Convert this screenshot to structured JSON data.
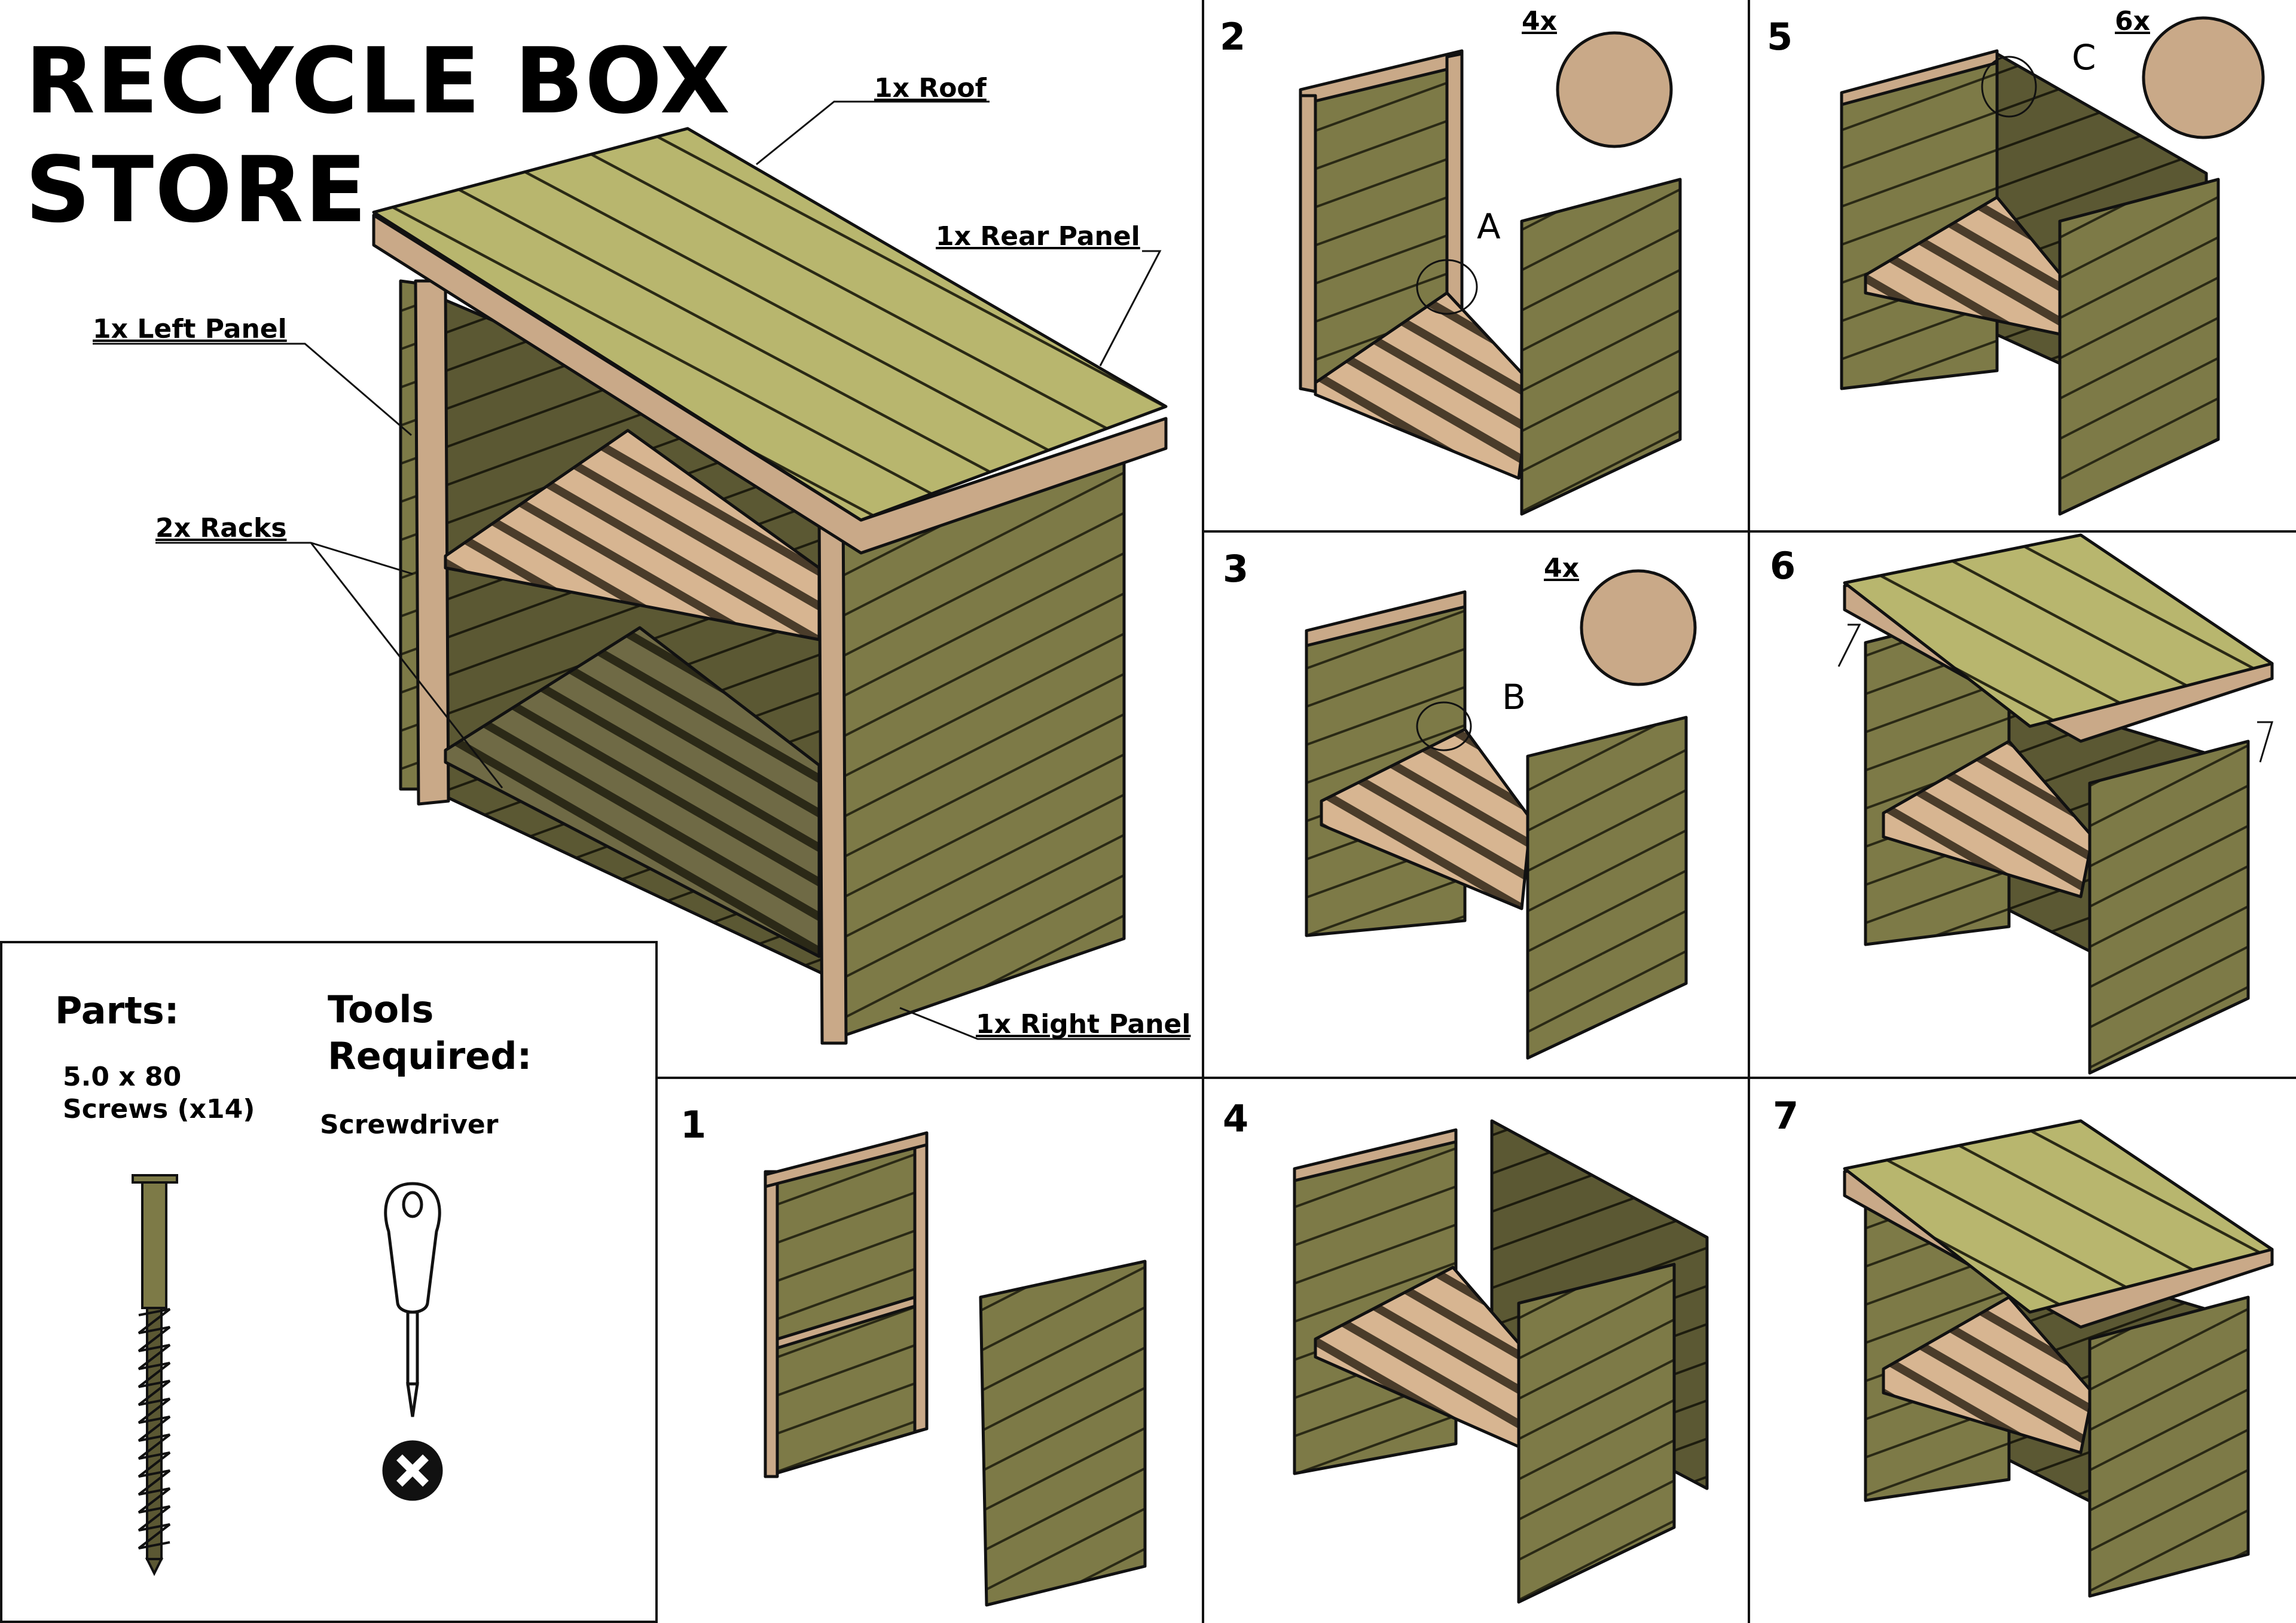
{
  "title_line1": "RECYCLE BOX",
  "title_line2": "STORE",
  "callouts": {
    "roof": "1x Roof",
    "rear_panel": "1x Rear Panel",
    "left_panel": "1x Left Panel",
    "racks": "2x Racks",
    "right_panel": "1x Right Panel"
  },
  "parts": {
    "heading": "Parts:",
    "screw_size": "5.0 x 80",
    "screw_count": "Screws (x14)"
  },
  "tools": {
    "heading_line1": "Tools",
    "heading_line2": "Required:",
    "item": "Screwdriver"
  },
  "steps": {
    "s1": "1",
    "s2": "2",
    "s3": "3",
    "s4": "4",
    "s5": "5",
    "s6": "6",
    "s7": "7"
  },
  "details": {
    "s2_qty": "4x",
    "s2_letter": "A",
    "s3_qty": "4x",
    "s3_letter": "B",
    "s5_qty": "6x",
    "s5_letter": "C"
  },
  "colors": {
    "wood": "#7d7a47",
    "wood_dark": "#5b5833",
    "roof": "#b8b66e",
    "frame": "#c9a988",
    "rack": "#d7b591",
    "outline": "#111111"
  }
}
